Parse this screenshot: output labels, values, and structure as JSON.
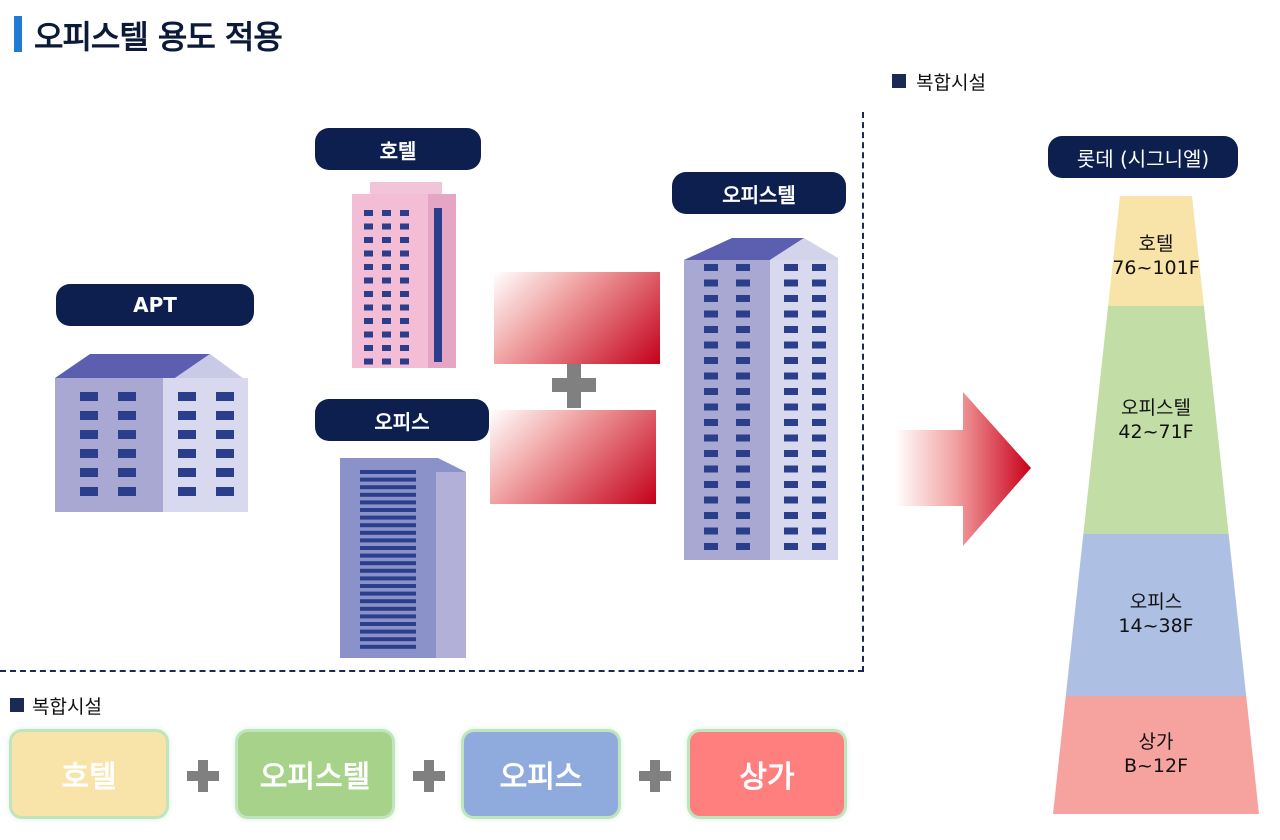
{
  "page": {
    "title": "오피스텔 용도 적용"
  },
  "legend_top": "복합시설",
  "legend_bottom": "복합시설",
  "buildings": {
    "apt": "APT",
    "hotel": "호텔",
    "office": "오피스",
    "officetel": "오피스텔"
  },
  "tower": {
    "name": "롯데 (시그니엘)",
    "segments": [
      {
        "name": "호텔",
        "floors": "76~101F",
        "color": "#f8e3a8"
      },
      {
        "name": "오피스텔",
        "floors": "42~71F",
        "color": "#c2dea6"
      },
      {
        "name": "오피스",
        "floors": "14~38F",
        "color": "#adbfe3"
      },
      {
        "name": "상가",
        "floors": "B~12F",
        "color": "#f6a3a0"
      }
    ]
  },
  "categories": [
    {
      "label": "호텔",
      "color": "#f8e3a8"
    },
    {
      "label": "오피스텔",
      "color": "#a7d28a"
    },
    {
      "label": "오피스",
      "color": "#8faadc"
    },
    {
      "label": "상가",
      "color": "#ff7f7f"
    }
  ]
}
